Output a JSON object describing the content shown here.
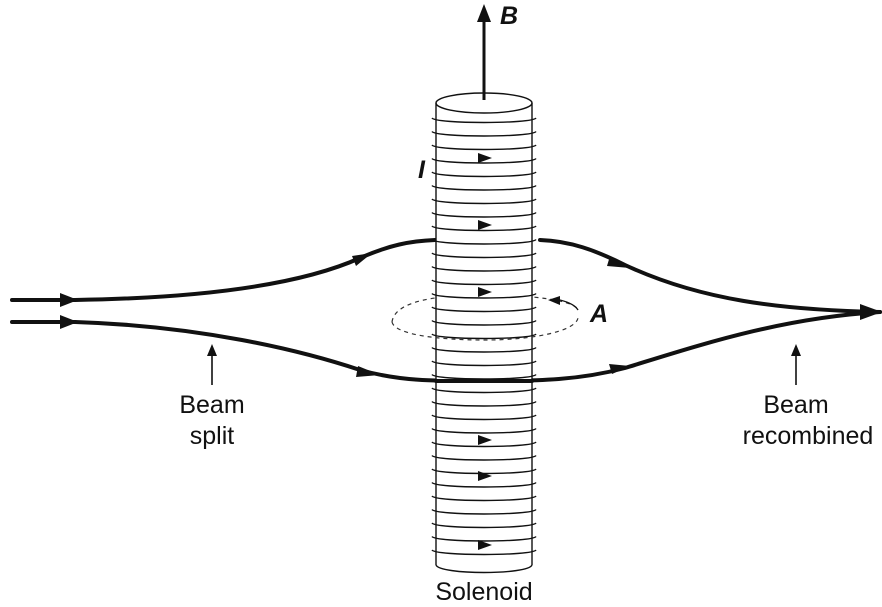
{
  "labels": {
    "field": "B",
    "current": "I",
    "area": "A",
    "beam_split_line1": "Beam",
    "beam_split_line2": "split",
    "beam_recombined_line1": "Beam",
    "beam_recombined_line2": "recombined",
    "solenoid": "Solenoid"
  }
}
